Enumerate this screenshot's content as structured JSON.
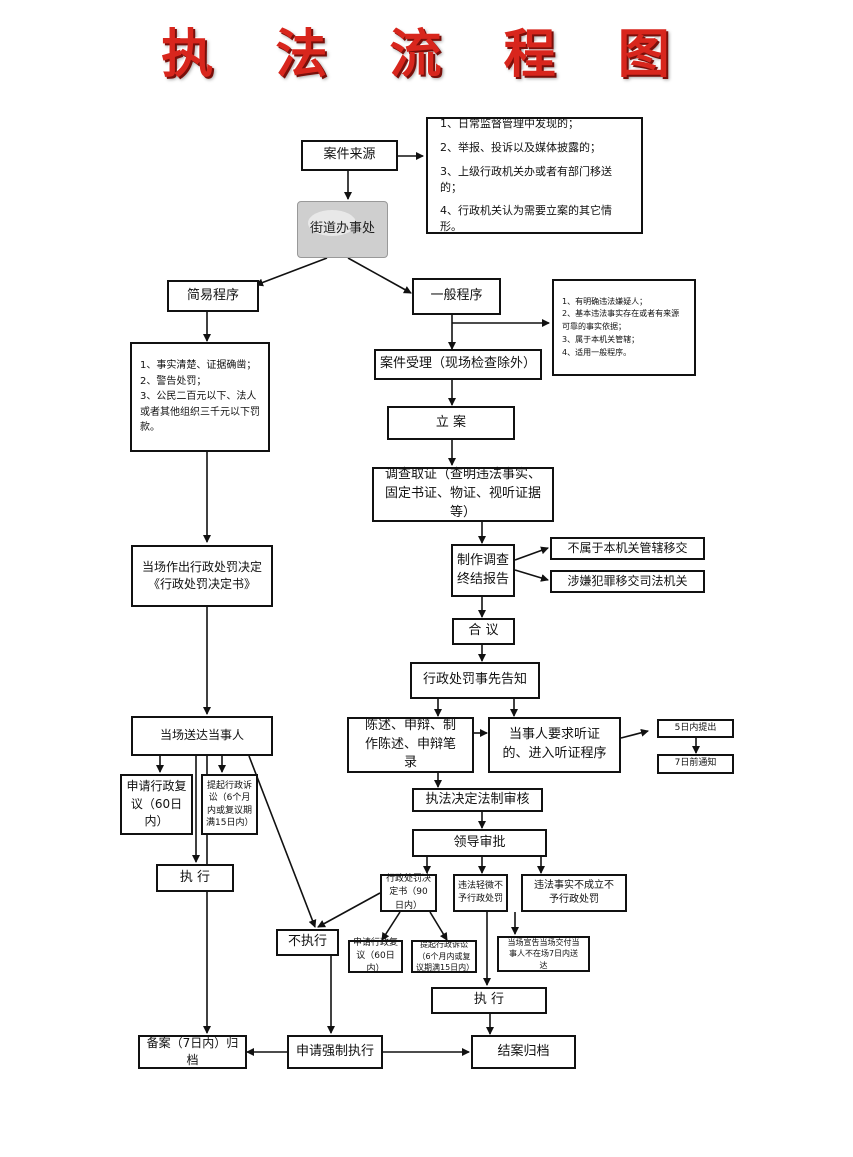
{
  "title": "执 法 流 程 图",
  "nodes": {
    "source": "案件来源",
    "source_list": [
      "1、日常监督管理中发现的；",
      "2、举报、投诉以及媒体披露的；",
      "3、上级行政机关办或者有部门移送的；",
      "4、行政机关认为需要立案的其它情形。"
    ],
    "street_office": "街道办事处",
    "simple": "简易程序",
    "general": "一般程序",
    "general_list": [
      "1、有明确违法嫌疑人；",
      "2、基本违法事实存在或者有来源可靠的事实依据；",
      "3、属于本机关管辖；",
      "4、适用一般程序。"
    ],
    "simple_list": [
      "1、事实清楚、证据确凿；",
      "2、警告处罚；",
      "3、公民二百元以下、法人或者其他组织三千元以下罚款。"
    ],
    "accept": "案件受理（现场检查除外）",
    "file": "立 案",
    "investigate": "调查取证（查明违法事实、固定书证、物证、视听证据等）",
    "report": "制作调查终结报告",
    "transfer1": "不属于本机关管辖移交",
    "transfer2": "涉嫌犯罪移交司法机关",
    "discuss": "合 议",
    "notice": "行政处罚事先告知",
    "statement": "陈述、申辩、制作陈述、申辩笔录",
    "hearing": "当事人要求听证的、进入听证程序",
    "hearing_5": "5日内提出",
    "hearing_7": "7日前通知",
    "legal_review": "执法决定法制审核",
    "leader": "领导审批",
    "decision_book": "行政处罚决定书（90日内）",
    "minor": "违法轻微不予行政处罚",
    "not_established": "违法事实不成立不予行政处罚",
    "onsite_decision": "当场作出行政处罚决定《行政处罚决定书》",
    "onsite_deliver": "当场送达当事人",
    "review_left": "申请行政复议（60日内）",
    "lawsuit_left": "提起行政诉讼（6个月内或复议期满15日内）",
    "execute_left": "执 行",
    "not_execute": "不执行",
    "review_mid": "申请行政复议（60日内）",
    "lawsuit_mid": "提起行政诉讼（6个月内或复议期满15日内）",
    "announce": "当场宣告当场交付当事人不在场7日内送达",
    "execute_mid": "执 行",
    "archive_left": "备案（7日内）归档",
    "force": "申请强制执行",
    "close": "结案归档"
  },
  "colors": {
    "title": "#d8261d",
    "line": "#111111",
    "gray_box": "#cfcfcf"
  }
}
